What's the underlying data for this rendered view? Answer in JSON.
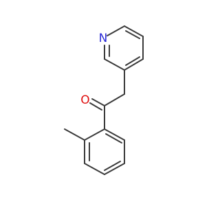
{
  "molecule": {
    "atoms": [
      {
        "id": "n1",
        "symbol": "N",
        "color": "#2a2ad6"
      },
      {
        "id": "o1",
        "symbol": "O",
        "color": "#e01010"
      }
    ],
    "colors": {
      "bond": "#3a3a3a",
      "nitrogen": "#2a2ad6",
      "oxygen": "#e01010",
      "background": "#ffffff"
    }
  }
}
